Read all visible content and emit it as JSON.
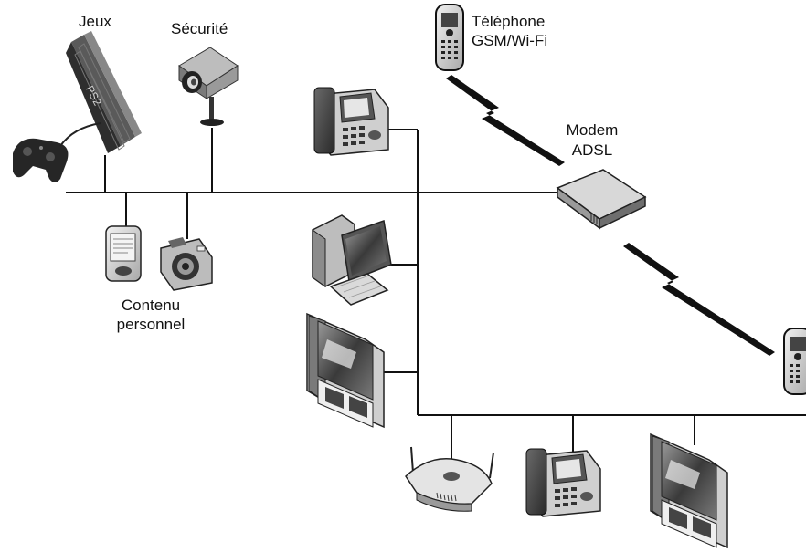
{
  "labels": {
    "games": "Jeux",
    "security": "Sécurité",
    "phone_line1": "Téléphone",
    "phone_line2": "GSM/Wi-Fi",
    "modem_line1": "Modem",
    "modem_line2": "ADSL",
    "personal_line1": "Contenu",
    "personal_line2": "personnel"
  },
  "icons": [
    "game-console-icon",
    "gamepad-icon",
    "security-camera-icon",
    "mobile-phone-icon",
    "ip-phone-icon",
    "adsl-modem-icon",
    "pda-icon",
    "digital-camera-icon",
    "desktop-computer-icon",
    "television-icon",
    "wifi-router-icon",
    "wireless-link-icon"
  ],
  "colors": {
    "line": "#111111",
    "device_dark": "#3c3c3c",
    "device_mid": "#8a8a8a",
    "device_light": "#d8d8d8"
  }
}
